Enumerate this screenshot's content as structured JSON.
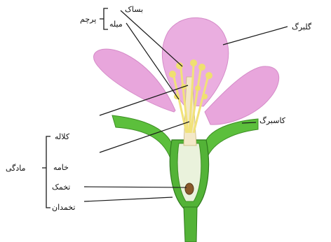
{
  "labels": {
    "anther": "بساک",
    "filament": "میله",
    "stamen": "پرچم",
    "petal": "گلبرگ",
    "sepal": "کاسبرگ",
    "stigma": "کلاله",
    "style": "خامه",
    "ovule": "تخمک",
    "ovary": "تخمدان",
    "pistil": "مادگی"
  },
  "colors": {
    "petal": "#e8a6dc",
    "sepal": "#5cbf3c",
    "stem": "#53b337",
    "anther": "#f1e27a",
    "pistil": "#f3e8c8",
    "ovule": "#8a5a2b"
  }
}
